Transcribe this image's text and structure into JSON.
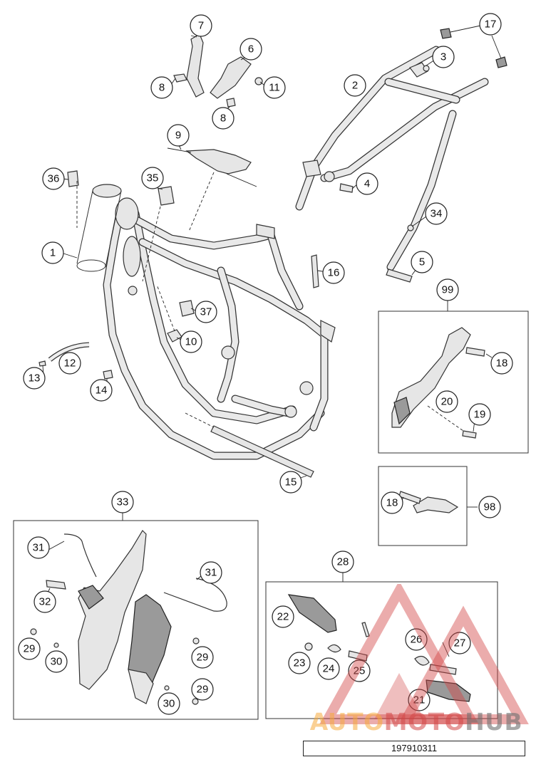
{
  "callouts": [
    {
      "id": "1",
      "label": "1"
    },
    {
      "id": "2",
      "label": "2"
    },
    {
      "id": "3",
      "label": "3"
    },
    {
      "id": "4",
      "label": "4"
    },
    {
      "id": "5",
      "label": "5"
    },
    {
      "id": "6",
      "label": "6"
    },
    {
      "id": "7",
      "label": "7"
    },
    {
      "id": "8a",
      "label": "8"
    },
    {
      "id": "8b",
      "label": "8"
    },
    {
      "id": "9",
      "label": "9"
    },
    {
      "id": "10",
      "label": "10"
    },
    {
      "id": "11",
      "label": "11"
    },
    {
      "id": "12",
      "label": "12"
    },
    {
      "id": "13",
      "label": "13"
    },
    {
      "id": "14",
      "label": "14"
    },
    {
      "id": "15",
      "label": "15"
    },
    {
      "id": "16",
      "label": "16"
    },
    {
      "id": "17",
      "label": "17"
    },
    {
      "id": "18a",
      "label": "18"
    },
    {
      "id": "18b",
      "label": "18"
    },
    {
      "id": "19",
      "label": "19"
    },
    {
      "id": "20",
      "label": "20"
    },
    {
      "id": "21",
      "label": "21"
    },
    {
      "id": "22",
      "label": "22"
    },
    {
      "id": "23",
      "label": "23"
    },
    {
      "id": "24",
      "label": "24"
    },
    {
      "id": "25",
      "label": "25"
    },
    {
      "id": "26",
      "label": "26"
    },
    {
      "id": "27",
      "label": "27"
    },
    {
      "id": "28",
      "label": "28"
    },
    {
      "id": "29a",
      "label": "29"
    },
    {
      "id": "29b",
      "label": "29"
    },
    {
      "id": "29c",
      "label": "29"
    },
    {
      "id": "30a",
      "label": "30"
    },
    {
      "id": "30b",
      "label": "30"
    },
    {
      "id": "31a",
      "label": "31"
    },
    {
      "id": "31b",
      "label": "31"
    },
    {
      "id": "32",
      "label": "32"
    },
    {
      "id": "33",
      "label": "33"
    },
    {
      "id": "34",
      "label": "34"
    },
    {
      "id": "35",
      "label": "35"
    },
    {
      "id": "36",
      "label": "36"
    },
    {
      "id": "37",
      "label": "37"
    },
    {
      "id": "98",
      "label": "98"
    },
    {
      "id": "99",
      "label": "99"
    }
  ],
  "catalog_number": "197910311",
  "watermark": {
    "part1": "AUTO",
    "part2": "MOTO",
    "part3": "HUB"
  },
  "colors": {
    "line": "#222222",
    "watermark_red": "#d24646",
    "watermark_orange": "#f5aa3c",
    "watermark_gray": "#6e6e6e"
  }
}
